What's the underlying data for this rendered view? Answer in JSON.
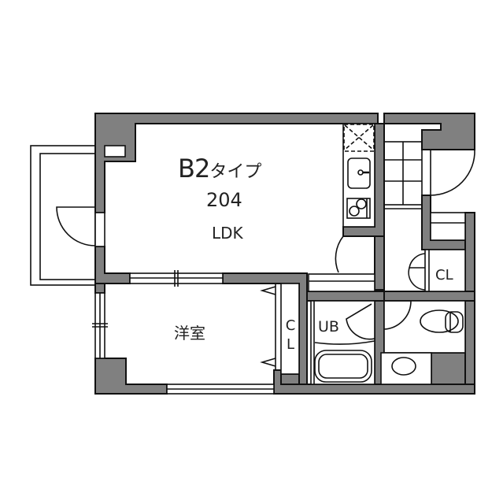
{
  "floor_plan": {
    "type_label": "B2",
    "type_suffix": "タイプ",
    "unit_number": "204",
    "rooms": {
      "ldk": "LDK",
      "western_room": "洋室",
      "closet_bedroom": "CL",
      "unit_bath": "UB",
      "closet_hall": "CL"
    },
    "colors": {
      "wall_fill": "#808080",
      "line": "#111111",
      "background": "#ffffff"
    }
  }
}
